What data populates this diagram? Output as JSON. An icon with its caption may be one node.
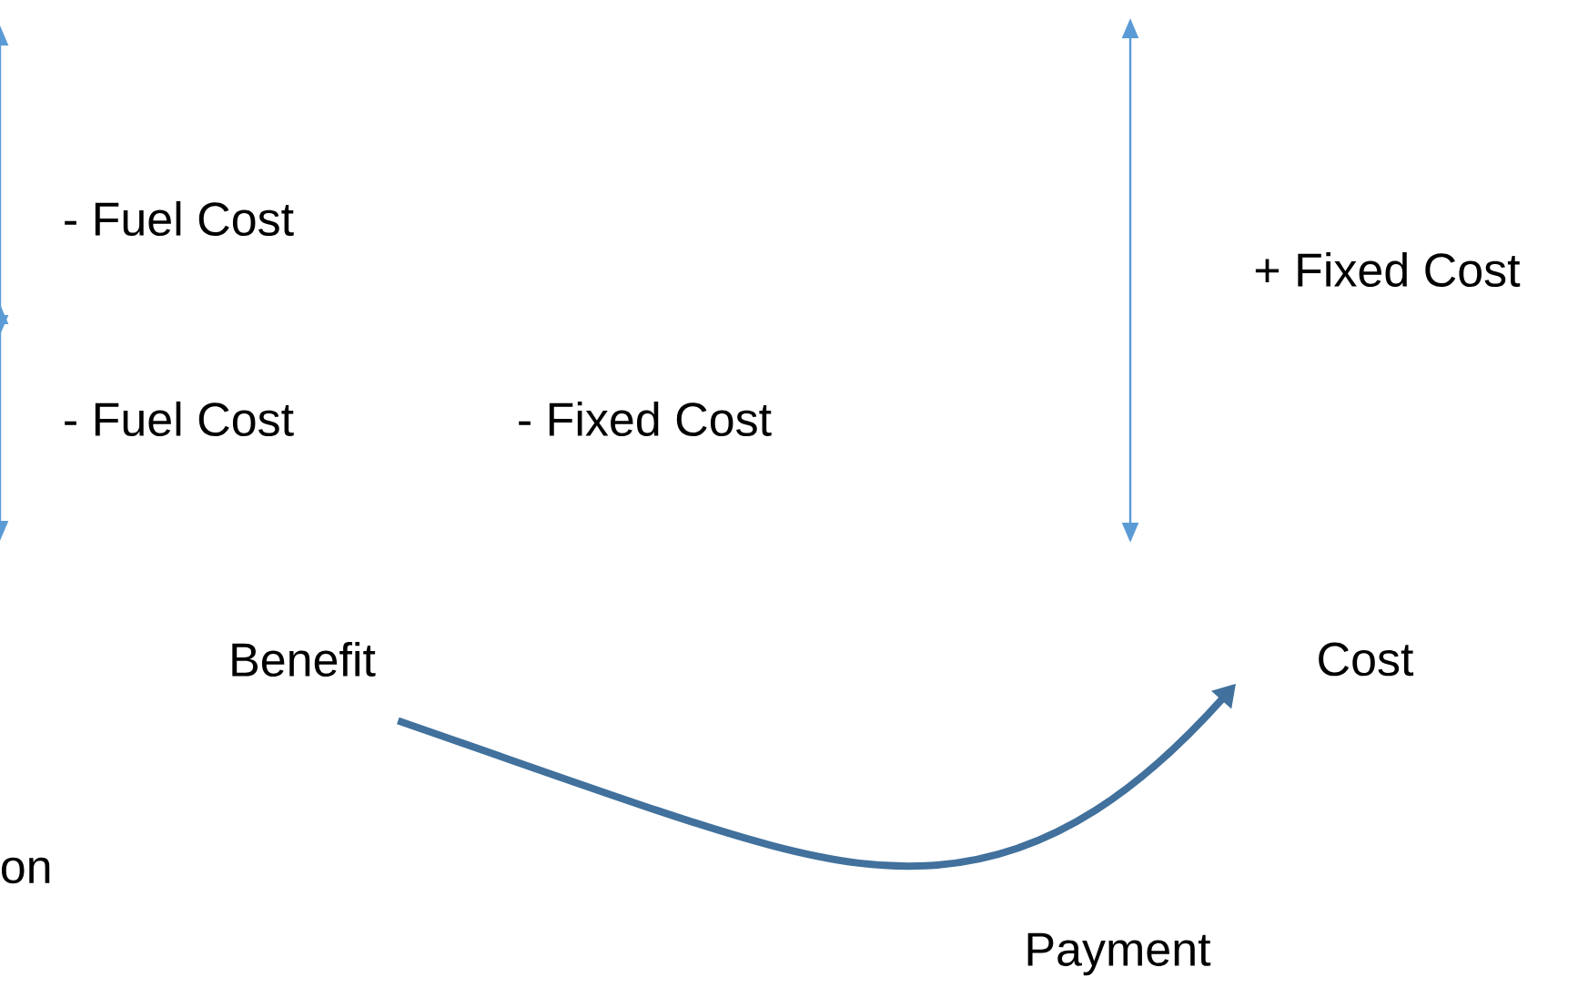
{
  "diagram": {
    "nodes": [
      {
        "text": [
          "Benefit"
        ]
      },
      {
        "text": [
          "Cost"
        ]
      }
    ],
    "edges": [
      {
        "from": 0,
        "to": 1,
        "arrow": "to",
        "label": "Payment"
      }
    ],
    "labels": [
      "- Fuel Cost",
      "+ Fixed Cost",
      "- Fuel Cost",
      "- Fixed Cost",
      "on"
    ]
  }
}
